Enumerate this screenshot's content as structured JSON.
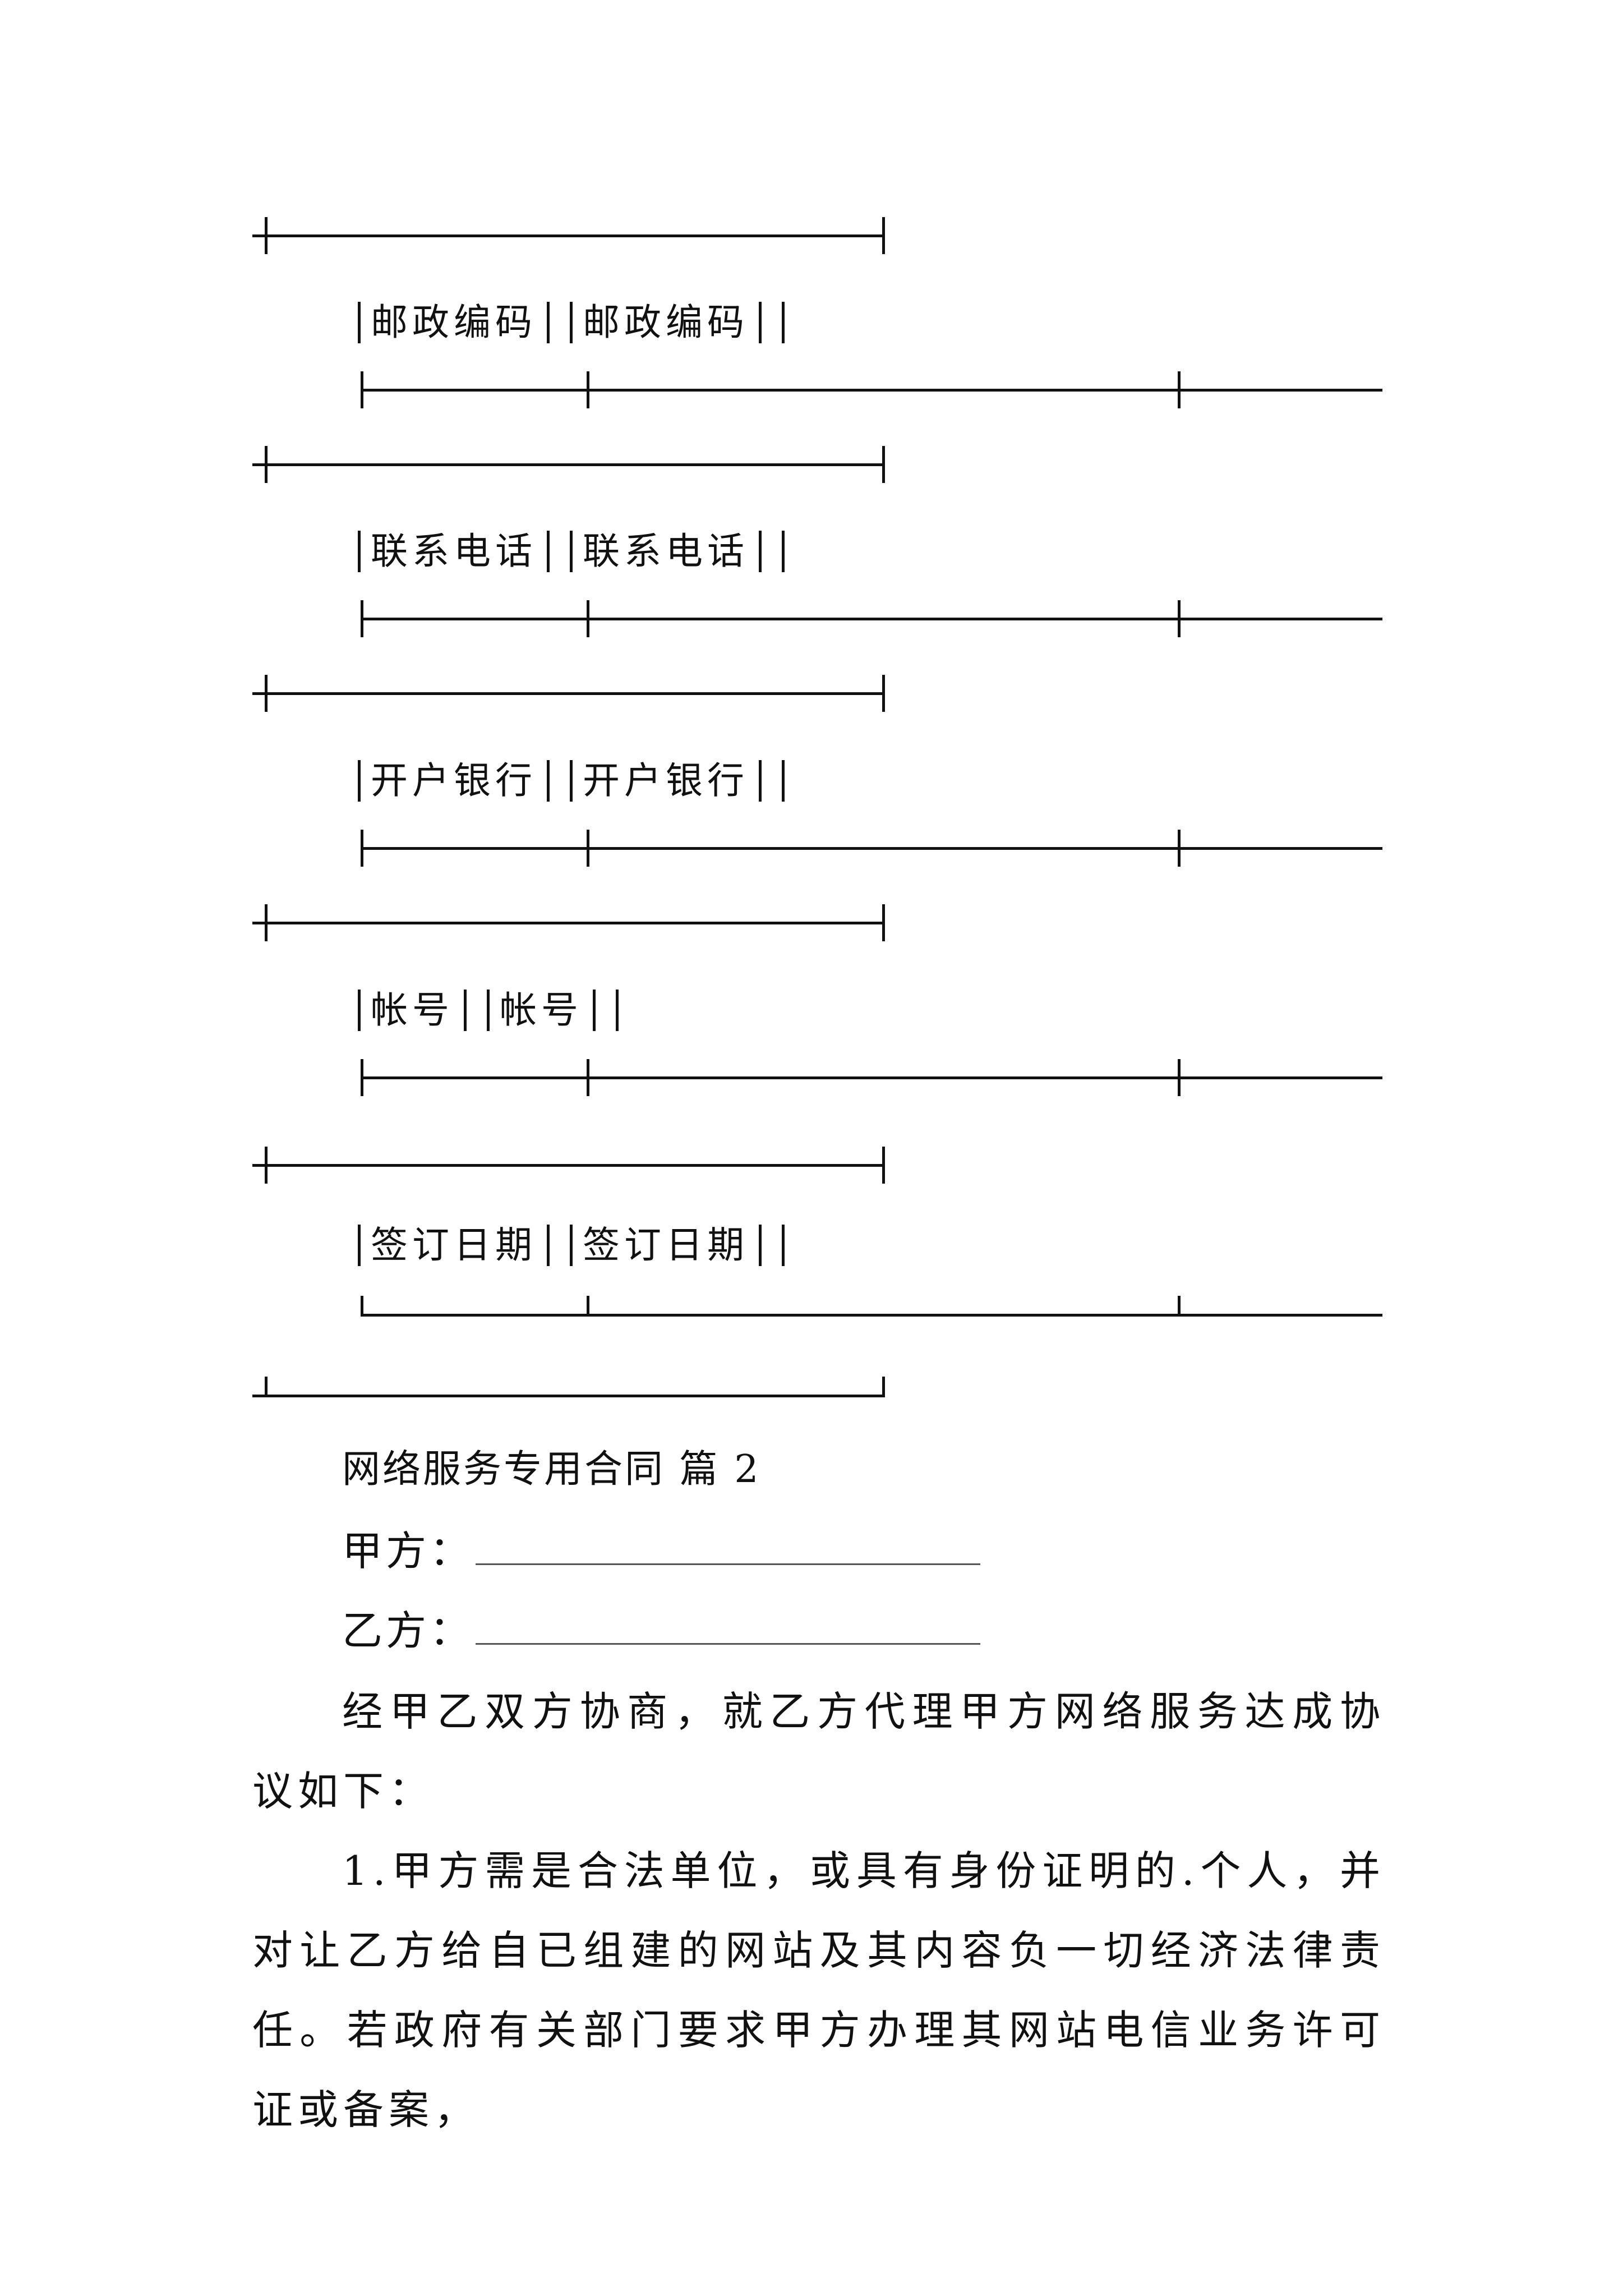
{
  "table": {
    "rows": [
      {
        "left": "邮政编码",
        "right": "邮政编码"
      },
      {
        "left": "联系电话",
        "right": "联系电话"
      },
      {
        "left": "开户银行",
        "right": "开户银行"
      },
      {
        "left": "帐号",
        "right": "帐号"
      },
      {
        "left": "签订日期",
        "right": "签订日期"
      }
    ]
  },
  "contract": {
    "heading": "网络服务专用合同  篇 2",
    "party_a_label": "甲方：",
    "party_b_label": "乙方：",
    "intro": "经甲乙双方协商，就乙方代理甲方网络服务达成协议如下：",
    "clause_1": "1.甲方需是合法单位，或具有身份证明的.个人，并对让乙方给自已组建的网站及其内容负一切经济法律责任。若政府有关部门要求甲方办理其网站电信业务许可证或备案，"
  }
}
